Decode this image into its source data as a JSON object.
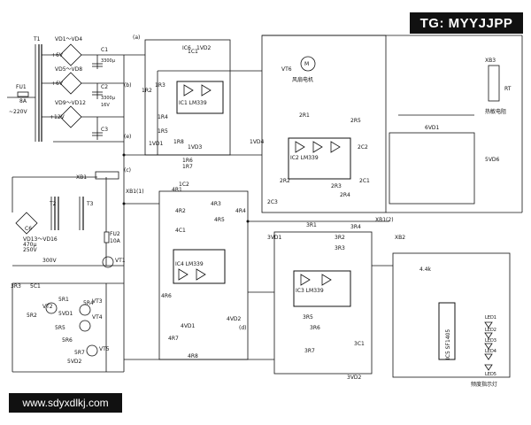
{
  "watermark": {
    "top_right": "TG: MYYJJPP",
    "bottom_left": "www.sdyxdlkj.com"
  },
  "power_supply": {
    "fuse": "FU1",
    "fuse_rating": "8A",
    "mains": "~220V",
    "transformer": "T1",
    "bridges": [
      "VD1～VD4",
      "VD5～VD8",
      "VD9～VD12"
    ],
    "taps": [
      "+6V",
      "+6V",
      "+12V"
    ],
    "caps": [
      "C1",
      "C2",
      "C3"
    ],
    "cap_values": [
      "3300μ",
      "3300μ",
      "16V"
    ]
  },
  "xb1_block": {
    "plug": "XB1",
    "xfmr_a": "T2",
    "xfmr_b": "T3",
    "cap": "C6",
    "cap_value": "470μ",
    "cap_voltage": "250V",
    "zener": "VD13～VD16",
    "fuse": "FU2",
    "fuse_rating": "10A",
    "ac_label": "300V",
    "transistor": "VT1",
    "r_labels": [
      "3R3",
      "5C1",
      "5R1",
      "5R2",
      "5R4",
      "5R5",
      "5R6",
      "5R7"
    ],
    "q_labels": [
      "VT2",
      "VT3",
      "VT4",
      "VT5"
    ],
    "d_labels": [
      "5VD1",
      "5VD2"
    ]
  },
  "ic1": {
    "name": "IC1 LM339",
    "labels": [
      "1R2",
      "1R3",
      "1R4",
      "1R5",
      "1R6",
      "1R7",
      "1R8",
      "1C1",
      "1C2",
      "1VD1",
      "1VD2",
      "1VD3",
      "1VD4"
    ]
  },
  "ic2": {
    "name": "IC2 LM339",
    "labels": [
      "2R1",
      "2R2",
      "2R3",
      "2R4",
      "2R5",
      "2C1",
      "2C2",
      "2C3"
    ]
  },
  "ic3": {
    "name": "IC3 LM339",
    "labels": [
      "3R1",
      "3R2",
      "3R3",
      "3R4",
      "3R5",
      "3R6",
      "3R7",
      "3C1",
      "3VD1",
      "3VD2"
    ]
  },
  "ic4": {
    "name": "IC4 LM339",
    "labels": [
      "4R1",
      "4R2",
      "4R3",
      "4R4",
      "4R5",
      "4R6",
      "4R7",
      "4R8",
      "4C1",
      "4VD1",
      "4VD2"
    ]
  },
  "ic5": {
    "name": "IC5 SF1405",
    "label": "频度指示灯",
    "leds": [
      "LED1",
      "LED2",
      "LED3",
      "LED4",
      "LED5"
    ]
  },
  "misc": {
    "fan_motor": "风扇电机",
    "heat_sensor": "热敏电阻",
    "xb3": "XB3",
    "xb2": "XB2",
    "ic6": "IC6",
    "vt6": "VT6",
    "rt": "RT",
    "temp_label": "4.4k",
    "vd6": "6VD1",
    "vd7": "5VD6"
  },
  "annotations": {
    "a": "(a)",
    "b": "(b)",
    "c": "(c)",
    "d": "(d)",
    "e": "(e)",
    "xb1_1": "XB1(1)",
    "xb1_2": "XB1(2)"
  }
}
